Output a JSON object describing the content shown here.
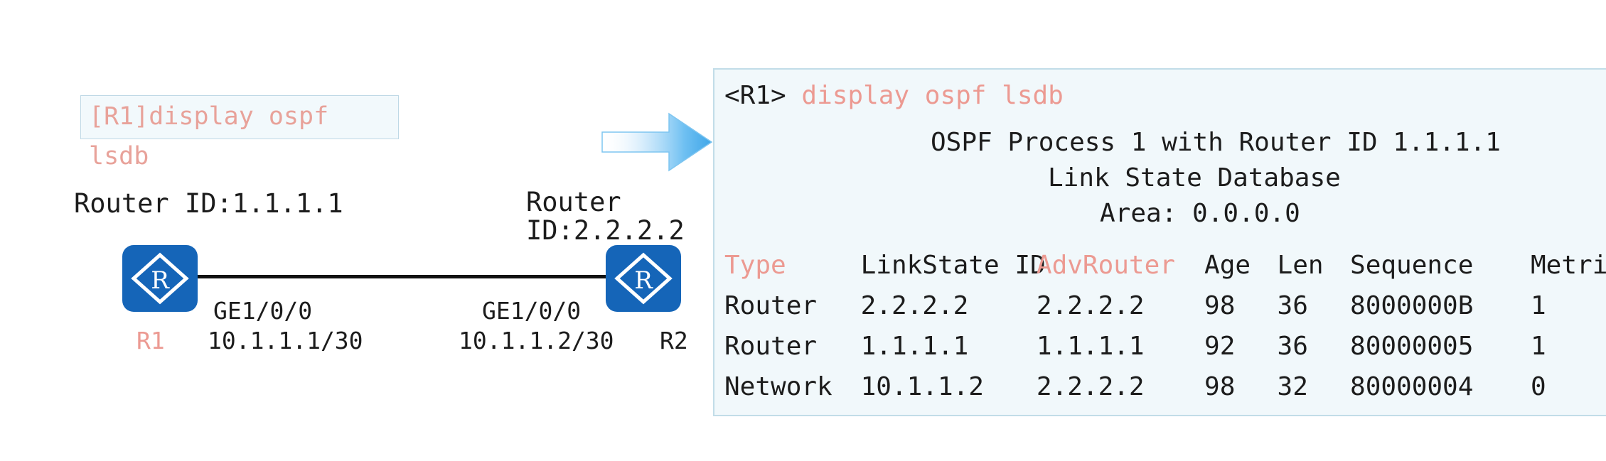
{
  "diagram": {
    "command_box": {
      "line1": "[R1]display ospf",
      "line2": "lsdb"
    },
    "router_left": {
      "router_id_label": "Router ID:1.1.1.1",
      "device_name": "R1",
      "interface": "GE1/0/0",
      "ip_address": "10.1.1.1/30",
      "icon": "router-icon"
    },
    "router_right": {
      "router_id_label": "Router ID:2.2.2.2",
      "device_name": "R2",
      "interface": "GE1/0/0",
      "ip_address": "10.1.1.2/30",
      "icon": "router-icon"
    },
    "arrow": "right-arrow-icon"
  },
  "terminal": {
    "prompt": "<R1>",
    "command": "display ospf lsdb",
    "header_line1": "OSPF Process 1 with Router ID 1.1.1.1",
    "header_line2": "Link State Database",
    "header_line3": "Area: 0.0.0.0",
    "columns": [
      "Type",
      "LinkState ID",
      "AdvRouter",
      "Age",
      "Len",
      "Sequence",
      "Metric"
    ],
    "rows": [
      {
        "type": "Router",
        "linkstate_id": "2.2.2.2",
        "advrouter": "2.2.2.2",
        "age": "98",
        "len": "36",
        "sequence": "8000000B",
        "metric": "1"
      },
      {
        "type": "Router",
        "linkstate_id": "1.1.1.1",
        "advrouter": "1.1.1.1",
        "age": "92",
        "len": "36",
        "sequence": "80000005",
        "metric": "1"
      },
      {
        "type": "Network",
        "linkstate_id": "10.1.1.2",
        "advrouter": "2.2.2.2",
        "age": "98",
        "len": "32",
        "sequence": "80000004",
        "metric": "0"
      }
    ]
  },
  "colors": {
    "accent_red": "#ec9a92",
    "router_blue": "#1565b8",
    "panel_bg": "#f1f8fb",
    "panel_border": "#c2dde8",
    "arrow_blue": "#59b4ee"
  }
}
